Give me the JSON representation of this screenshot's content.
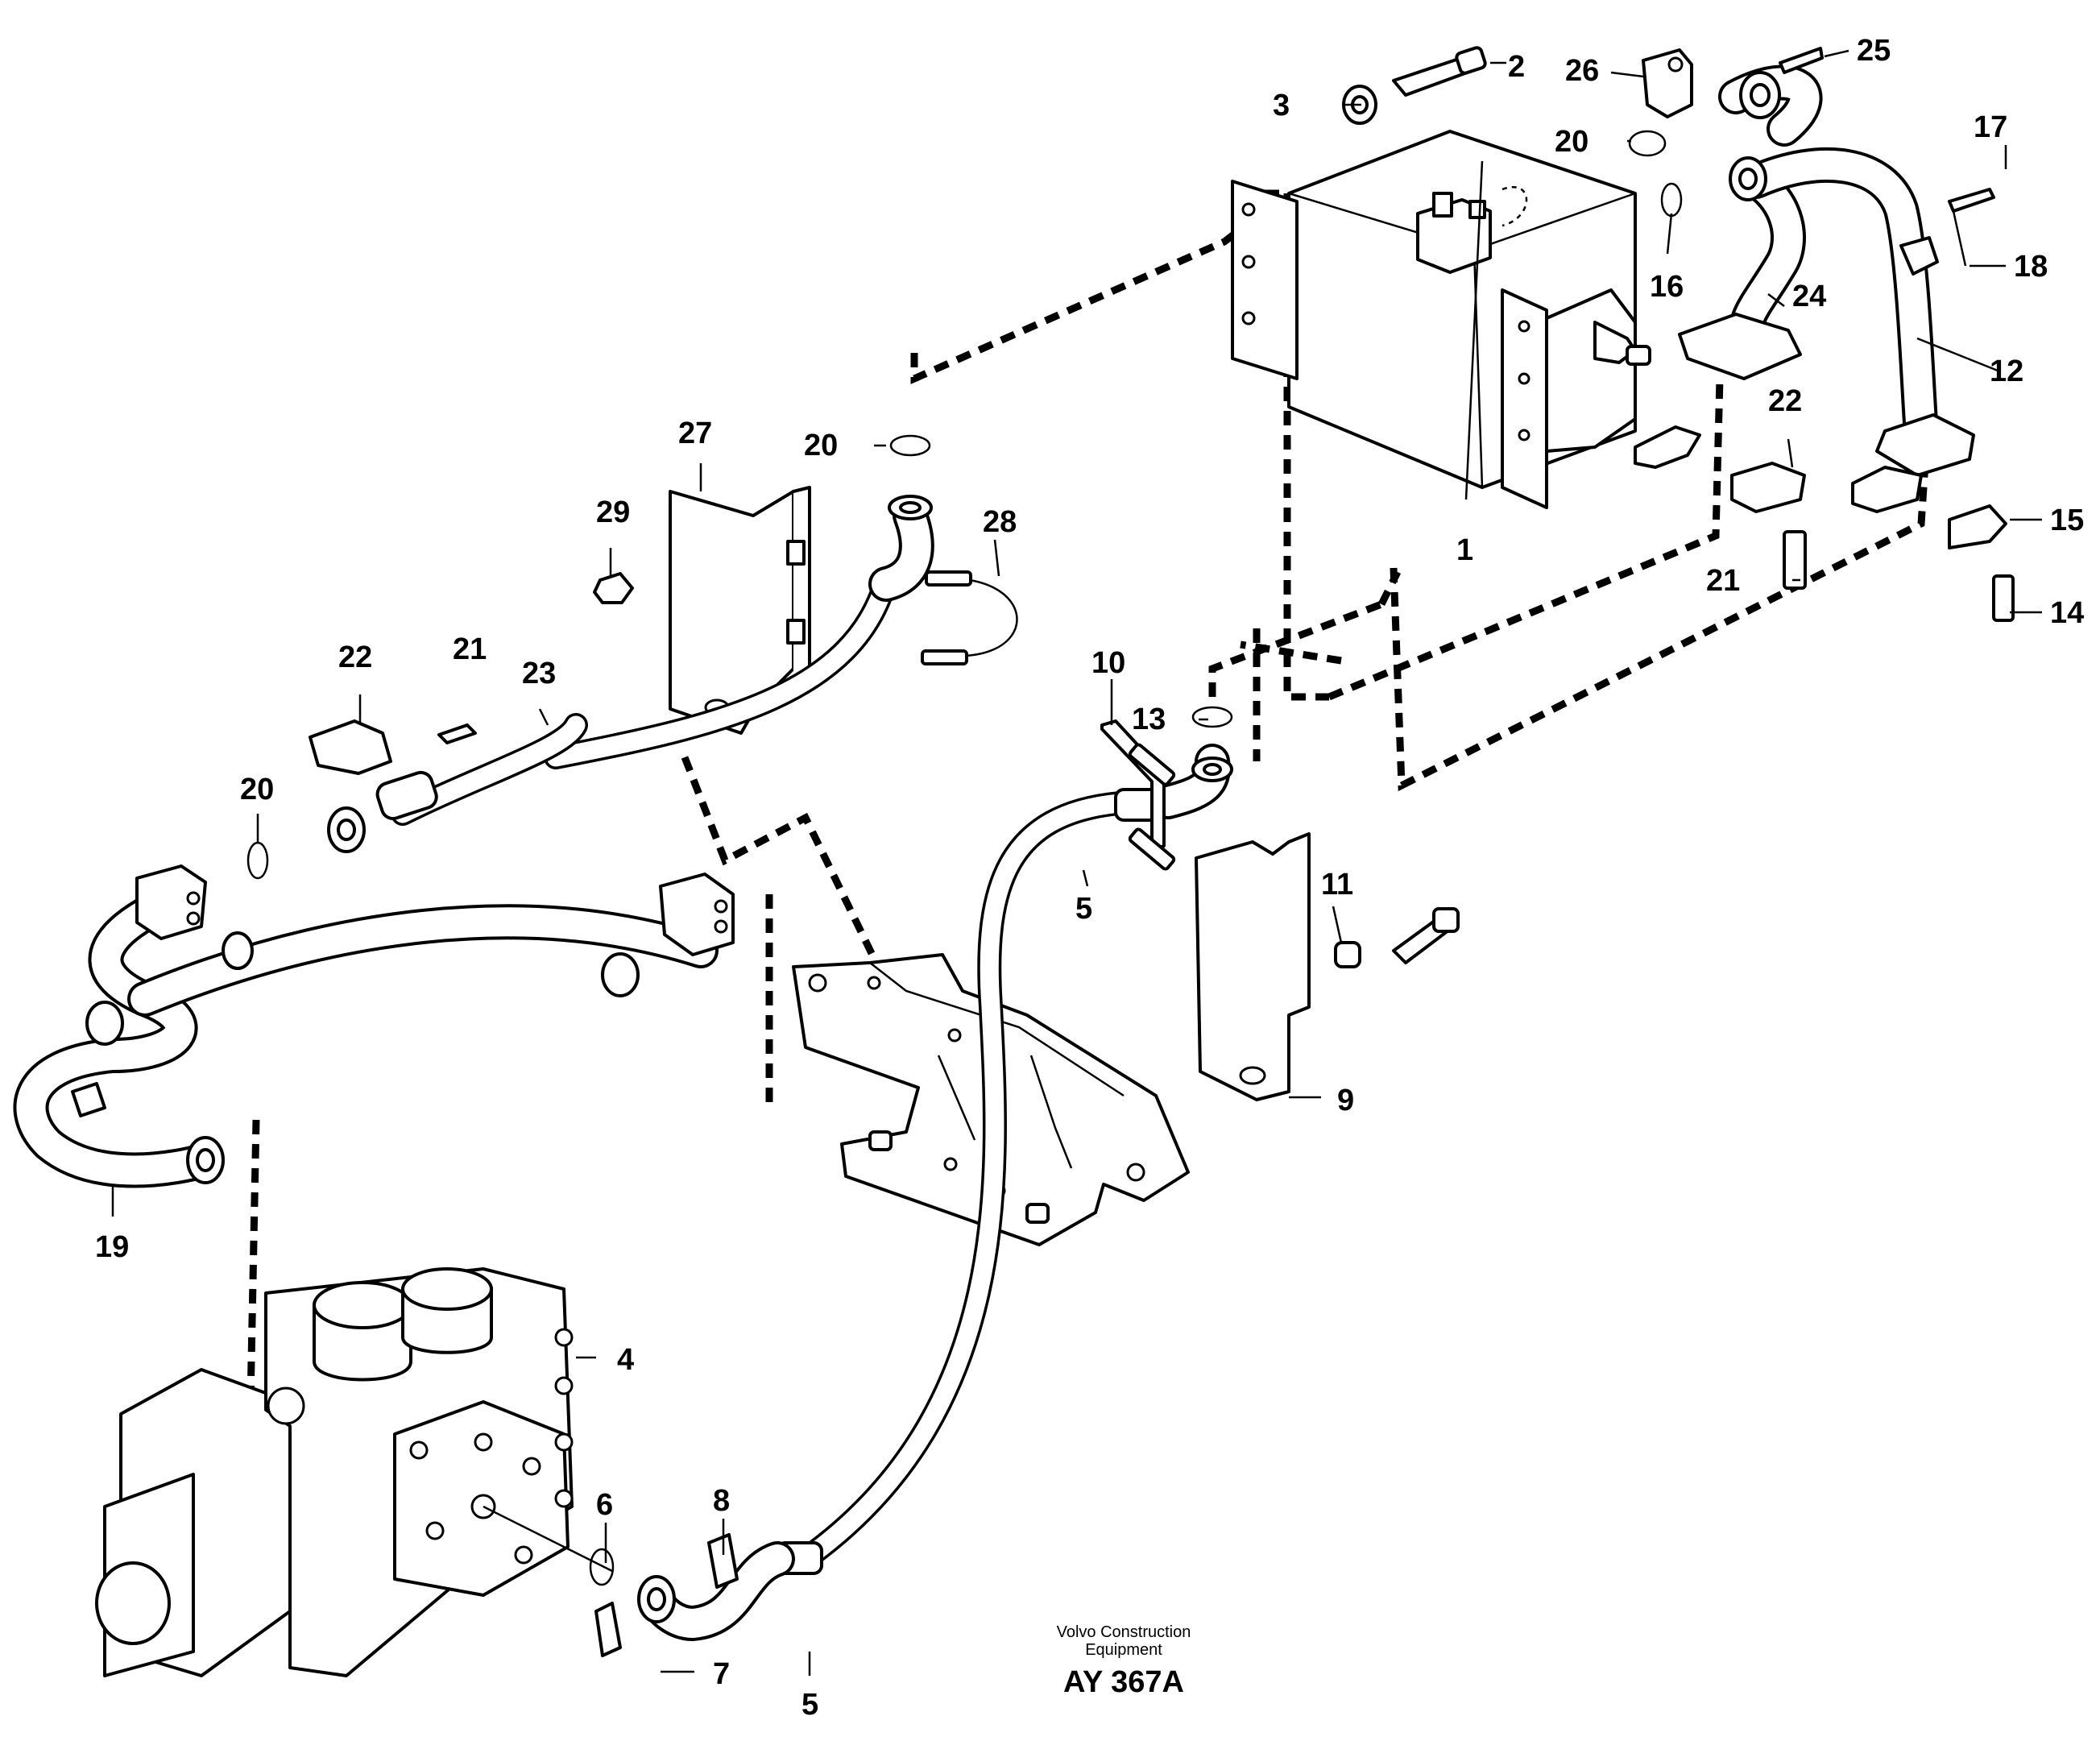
{
  "diagram": {
    "callouts": [
      "1",
      "2",
      "3",
      "4",
      "5",
      "5",
      "6",
      "7",
      "8",
      "9",
      "10",
      "11",
      "12",
      "13",
      "14",
      "15",
      "16",
      "17",
      "18",
      "19",
      "20",
      "20",
      "20",
      "21",
      "21",
      "22",
      "22",
      "23",
      "24",
      "25",
      "26",
      "27",
      "28",
      "29"
    ],
    "footer": {
      "brand_line1": "Volvo Construction",
      "brand_line2": "Equipment",
      "figure_id": "AY 367A"
    }
  }
}
